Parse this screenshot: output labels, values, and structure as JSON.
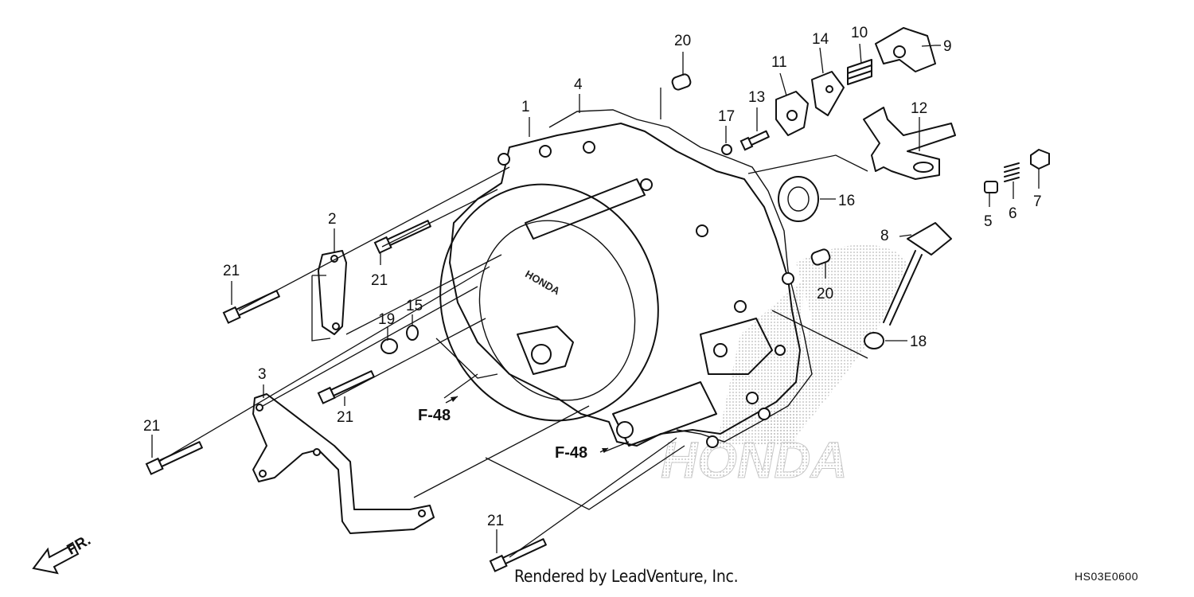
{
  "callouts": [
    "1",
    "2",
    "3",
    "4",
    "5",
    "6",
    "7",
    "8",
    "9",
    "10",
    "11",
    "12",
    "13",
    "14",
    "15",
    "16",
    "17",
    "18",
    "19",
    "20",
    "21"
  ],
  "references": {
    "f48": "F-48"
  },
  "watermark": "HONDA",
  "direction": "FR.",
  "credit": "Rendered by LeadVenture, Inc.",
  "diagram_code": "HS03E0600"
}
